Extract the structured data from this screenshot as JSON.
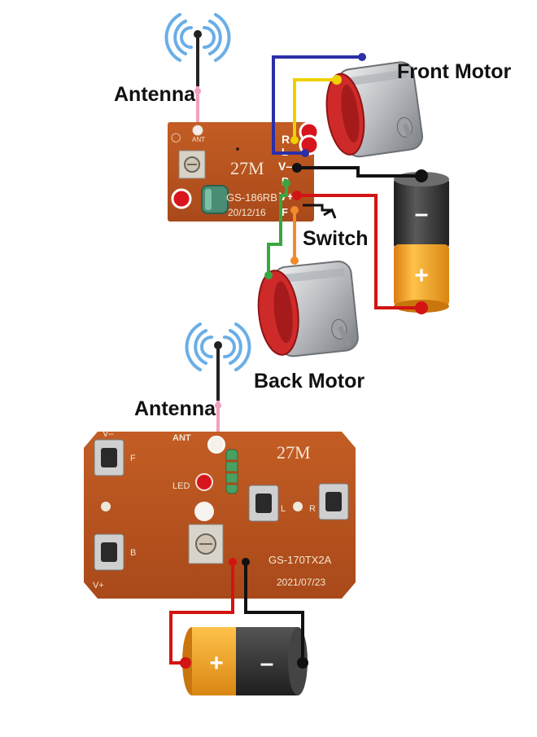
{
  "labels": {
    "antenna_top": "Antenna",
    "antenna_bottom": "Antenna",
    "front_motor": "Front Motor",
    "back_motor": "Back Motor",
    "switch": "Switch"
  },
  "receiver_board": {
    "freq": "27M",
    "model": "GS-186RB",
    "date": "20/12/16",
    "pad_ant": "ANT",
    "pad_r": "R",
    "pad_l": "L",
    "pad_vminus": "V–",
    "pad_b": "B",
    "pad_vplus": "V+",
    "pad_f": "F"
  },
  "transmitter_board": {
    "freq": "27M",
    "model": "GS-170TX2A",
    "date": "2021/07/23",
    "pad_ant": "ANT",
    "pad_led": "LED",
    "pad_vminus": "V–",
    "pad_f": "F",
    "pad_b": "B",
    "pad_vplus": "V+",
    "pad_l": "L",
    "pad_r": "R"
  },
  "battery_signs": {
    "rx_minus": "–",
    "rx_plus": "+",
    "tx_plus": "+",
    "tx_minus": "–"
  },
  "colors": {
    "pcb": "#b5531e",
    "wire_black": "#111111",
    "wire_red": "#d21414",
    "wire_blue": "#2b2fa8",
    "wire_yellow": "#f0d000",
    "wire_green": "#3aa640",
    "wire_orange": "#f08a2a",
    "wire_pink": "#f0a0c0",
    "antenna_waves": "#6aaee6",
    "battery_orange": "#f3a21f",
    "battery_dark": "#3a3a3a"
  }
}
